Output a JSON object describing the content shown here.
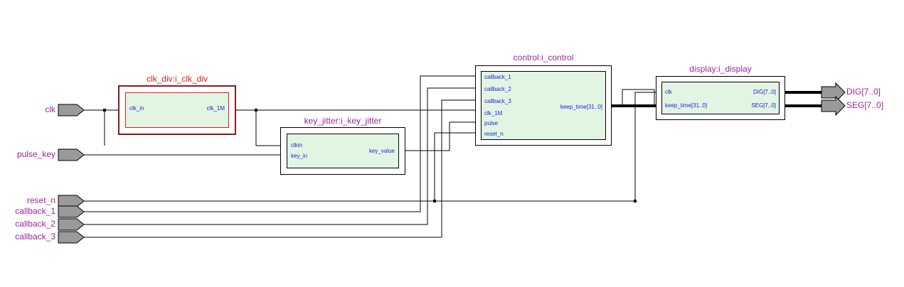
{
  "diagram": {
    "type": "rtl-netlist-block-diagram",
    "background": "#ffffff",
    "colors": {
      "module_fill": "#e2f5e2",
      "module_border": "#000000",
      "highlight_border_outer": "#8b1a1a",
      "highlight_border_inner": "#e01b1b",
      "title_text": "#a0249c",
      "title_text_highlight": "#e01b1b",
      "pin_text": "#2222dd",
      "port_label_text": "#a0249c",
      "wire": "#000000",
      "port_arrow_fill": "#9a9a9a"
    }
  },
  "modules": [
    {
      "id": "clk_div",
      "title": "clk_div:i_clk_div",
      "highlighted": true,
      "inputs": [
        {
          "label": "clk_in"
        }
      ],
      "outputs": [
        {
          "label": "clk_1M"
        }
      ]
    },
    {
      "id": "key_jitter",
      "title": "key_jitter:i_key_jitter",
      "highlighted": false,
      "inputs": [
        {
          "label": "clkin"
        },
        {
          "label": "key_in"
        }
      ],
      "outputs": [
        {
          "label": "key_value"
        }
      ]
    },
    {
      "id": "control",
      "title": "control:i_control",
      "highlighted": false,
      "inputs": [
        {
          "label": "callback_1"
        },
        {
          "label": "callback_2"
        },
        {
          "label": "callback_3"
        },
        {
          "label": "clk_1M"
        },
        {
          "label": "pulse"
        },
        {
          "label": "reset_n"
        }
      ],
      "outputs": [
        {
          "label": "keep_time[31..0]"
        }
      ]
    },
    {
      "id": "display",
      "title": "display:i_display",
      "highlighted": false,
      "inputs": [
        {
          "label": "clk"
        },
        {
          "label": "keep_time[31..0]"
        }
      ],
      "outputs": [
        {
          "label": "DIG[7..0]"
        },
        {
          "label": "SEG[7..0]"
        }
      ]
    }
  ],
  "input_ports": [
    {
      "label": "clk"
    },
    {
      "label": "pulse_key"
    },
    {
      "label": "reset_n"
    },
    {
      "label": "callback_1"
    },
    {
      "label": "callback_2"
    },
    {
      "label": "callback_3"
    }
  ],
  "output_ports": [
    {
      "label": "DIG[7..0]"
    },
    {
      "label": "SEG[7..0]"
    }
  ]
}
